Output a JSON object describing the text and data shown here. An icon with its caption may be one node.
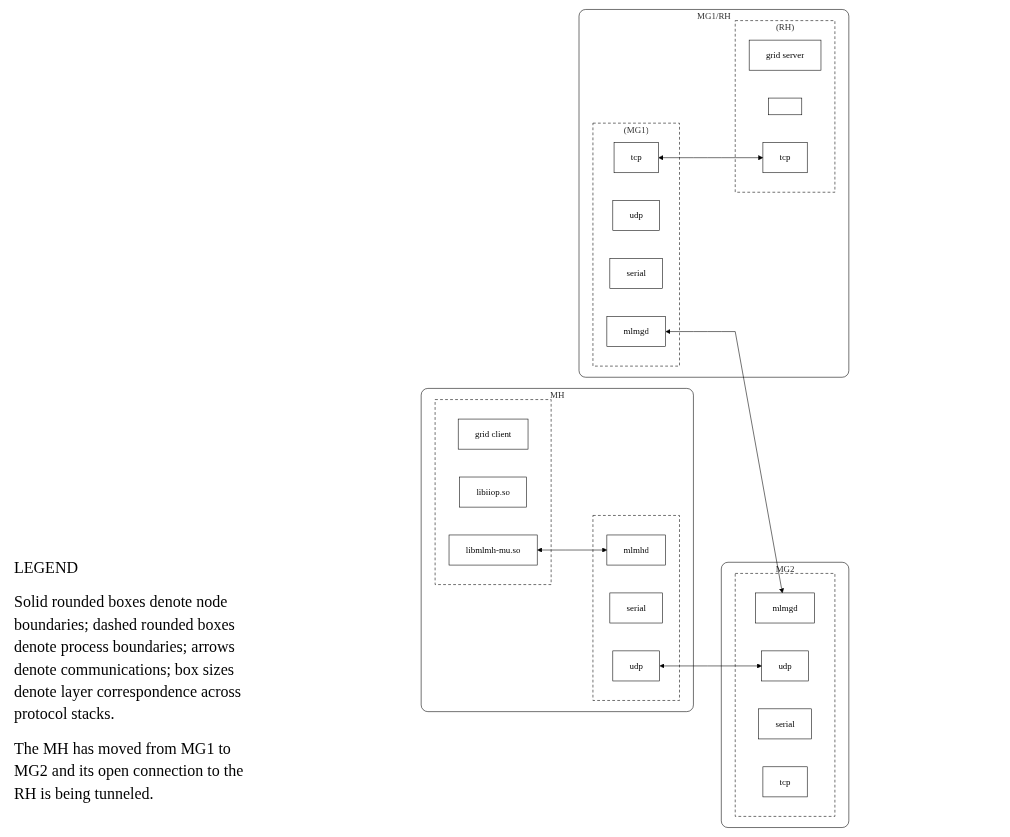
{
  "diagram": {
    "nodes": [
      {
        "text": [
          "MH"
        ]
      },
      {
        "text": [],
        "shape": "box",
        "in": 0
      },
      {
        "text": [
          "grid client"
        ],
        "in": 1
      },
      {
        "text": [
          "libiiop.so"
        ],
        "in": 1
      },
      {
        "text": [
          "libmlmh-mu.so"
        ],
        "in": 1
      },
      {
        "text": [],
        "shape": "box",
        "in": 0
      },
      {
        "text": [
          "mlmhd"
        ],
        "in": 5
      },
      {
        "text": [
          "serial"
        ],
        "in": 5
      },
      {
        "text": [
          "udp"
        ],
        "in": 5
      },
      {
        "text": [
          "MG2"
        ]
      },
      {
        "text": [],
        "shape": "box",
        "in": 9
      },
      {
        "text": [
          "mlmgd"
        ],
        "in": 10
      },
      {
        "text": [
          "udp"
        ],
        "in": 10
      },
      {
        "text": [
          "serial"
        ],
        "in": 10
      },
      {
        "text": [
          "tcp"
        ],
        "in": 10
      },
      {
        "text": [
          "MG1/RH"
        ]
      },
      {
        "text": [
          "(MG1)"
        ],
        "in": 15
      },
      {
        "text": [
          "mlmgd"
        ],
        "in": 16
      },
      {
        "text": [
          "udp"
        ],
        "in": 16
      },
      {
        "text": [
          "serial"
        ],
        "in": 16
      },
      {
        "text": [
          "tcp"
        ],
        "in": 16
      },
      {
        "text": [
          "(RH)"
        ],
        "in": 15
      },
      {
        "text": [
          "grid server"
        ],
        "in": 21
      },
      {
        "text": [],
        "shape": "box",
        "in": 21
      },
      {
        "text": [
          "tcp"
        ],
        "in": 21
      }
    ],
    "edges": [
      {
        "from": 4,
        "to": 6,
        "arrow": "both"
      },
      {
        "from": 8,
        "to": 12,
        "arrow": "both"
      },
      {
        "from": 17,
        "to": 11,
        "arrow": "both"
      },
      {
        "from": 20,
        "to": 24,
        "arrow": "both"
      }
    ],
    "labels": [
      "LEGEND",
      "Solid rounded boxes denote node boundaries; dashed rounded boxes denote process boundaries; arrows denote communications; box sizes denote layer correspondence across protocol stacks.",
      "The MH has moved from MG1 to MG2 and its open connection to the RH is being tunneled."
    ]
  }
}
